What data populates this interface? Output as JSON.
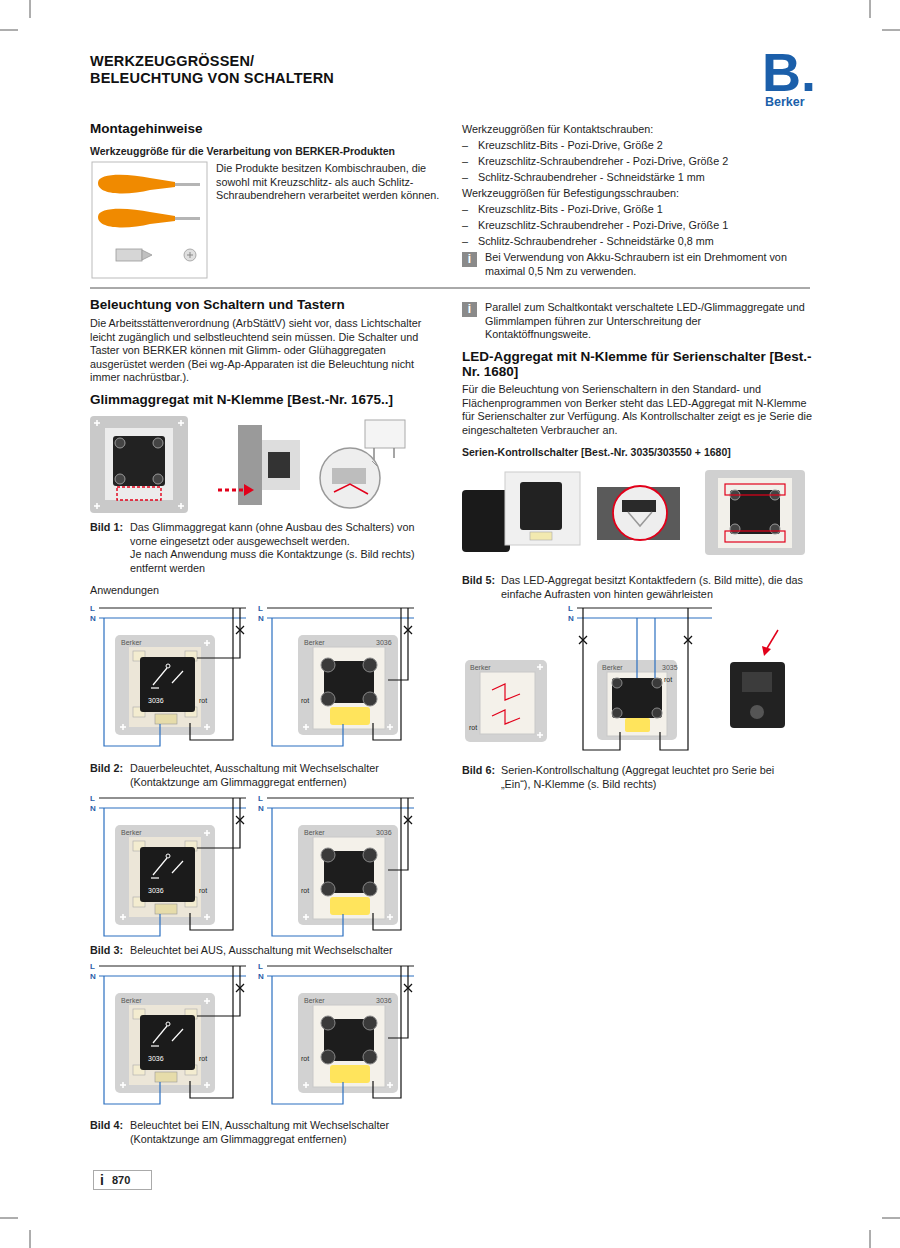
{
  "diagram": {
    "title": "WERKZEUGGRÖSSEN/ BELEUCHTUNG VON SCHALTERN",
    "nodes": [
      {
        "text": [
          "i"
        ]
      },
      {
        "text": [
          "i"
        ]
      },
      {
        "text": [
          "i",
          "870"
        ]
      }
    ],
    "labels": [
      "B.",
      "Berker",
      "Montagehinweise",
      "Werkzeuggröße für die Verarbeitung von BERKER-Produkten",
      "Die Produkte besitzen Kombischrauben, die sowohl mit Kreuzschlitz- als auch Schlitz-Schraubendrehern verarbeitet werden können.",
      "Werkzeuggrößen für Kontaktschrauben:",
      "–",
      "Kreuzschlitz-Bits - Pozi-Drive, Größe 2",
      "–",
      "Kreuzschlitz-Schraubendreher - Pozi-Drive, Größe 2",
      "–",
      "Schlitz-Schraubendreher - Schneidstärke 1 mm",
      "Werkzeuggrößen für Befestigungsschrauben:",
      "–",
      "Kreuzschlitz-Bits - Pozi-Drive, Größe 1",
      "–",
      "Kreuzschlitz-Schraubendreher - Pozi-Drive, Größe 1",
      "–",
      "Schlitz-Schraubendreher - Schneidstärke 0,8 mm",
      "Bei Verwendung von Akku-Schraubern ist ein Drehmoment von maximal 0,5 Nm zu verwenden.",
      "Beleuchtung von Schaltern und Tastern",
      "Die Arbeitsstättenverordnung (ArbStättV) sieht vor, dass Lichtschalter leicht zugänglich und selbstleuchtend sein müssen. Die Schalter und Taster von BERKER können mit Glimm- oder Glühaggregaten ausgerüstet werden (Bei wg-Ap-Apparaten ist die Beleuchtung nicht immer nachrüstbar.).",
      "Glimmaggregat mit N-Klemme [Best.-Nr. 1675..]",
      "Bild 1:",
      "Das Glimmaggregat kann (ohne Ausbau des Schalters) von vorne eingesetzt oder ausgewechselt werden.",
      "Je nach Anwendung muss die Kontaktzunge (s. Bild rechts) entfernt werden",
      "Anwendungen",
      "L",
      "N",
      "Berker",
      "rot",
      "3036",
      "L",
      "N",
      "Berker",
      "rot",
      "3036",
      "L",
      "N",
      "Berker",
      "rot",
      "3036",
      "L",
      "N",
      "Berker",
      "rot",
      "3036",
      "L",
      "N",
      "Berker",
      "rot",
      "3036",
      "L",
      "N",
      "Berker",
      "rot",
      "3036",
      "Bild 2:",
      "Dauerbeleuchtet, Ausschaltung mit Wechselschalter (Kontaktzunge am Glimmaggregat entfernen)",
      "Bild 3:",
      "Beleuchtet bei AUS, Ausschaltung mit Wechselschalter",
      "Bild 4:",
      "Beleuchtet bei EIN, Ausschaltung mit Wechselschalter (Kontaktzunge am Glimmaggregat entfernen)",
      "Parallel zum Schaltkontakt verschaltete LED-/Glimmaggregate und Glimmlampen führen zur Unterschreitung der Kontaktöffnungsweite.",
      "LED-Aggregat mit N-Klemme für Serienschalter [Best.-Nr. 1680]",
      "Für die Beleuchtung von Serienschaltern in den Standard- und Flächenprogrammen von Berker steht das LED-Aggregat mit N-Klemme für Serienschalter zur Verfügung. Als Kontrollschalter zeigt es je Serie die eingeschalteten Verbraucher an.",
      "Serien-Kontrollschalter [Best.-Nr. 3035/303550 + 1680]",
      "Bild 5:",
      "Das LED-Aggregat besitzt Kontaktfedern (s. Bild mitte), die das einfache Aufrasten von hinten gewährleisten",
      "L",
      "N",
      "Berker",
      "rot",
      "Berker",
      "3035",
      "rot",
      "Bild 6:",
      "Serien-Kontrollschaltung (Aggregat leuchtet pro Serie bei „Ein“), N-Klemme (s. Bild rechts)"
    ]
  }
}
